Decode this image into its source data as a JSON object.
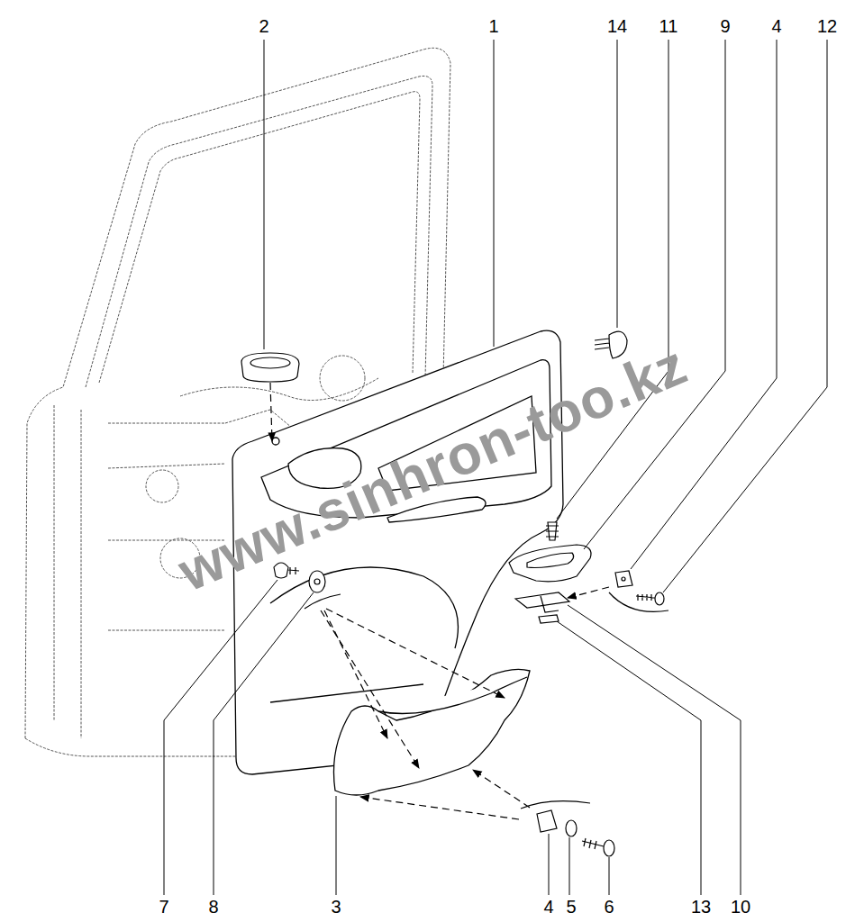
{
  "diagram": {
    "labels": [
      "2",
      "1",
      "14",
      "11",
      "9",
      "4",
      "12",
      "7",
      "8",
      "3",
      "4",
      "5",
      "6",
      "13",
      "10",
      "www.sinhron-too.kz"
    ]
  }
}
